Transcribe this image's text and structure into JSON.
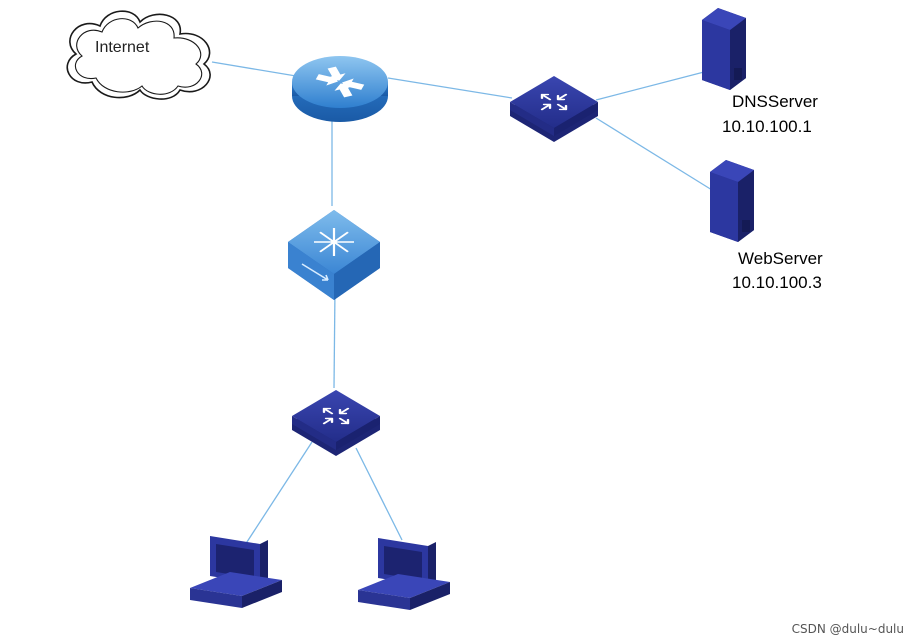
{
  "nodes": {
    "internet": {
      "label": "Internet"
    },
    "dns_server": {
      "name": "DNSServer",
      "ip": "10.10.100.1"
    },
    "web_server": {
      "name": "WebServer",
      "ip": "10.10.100.3"
    }
  },
  "watermark": "CSDN @dulu~dulu",
  "colors": {
    "device_navy": "#2a3494",
    "router_blue": "#3d8fd8",
    "link_line": "#7cb8e6"
  }
}
